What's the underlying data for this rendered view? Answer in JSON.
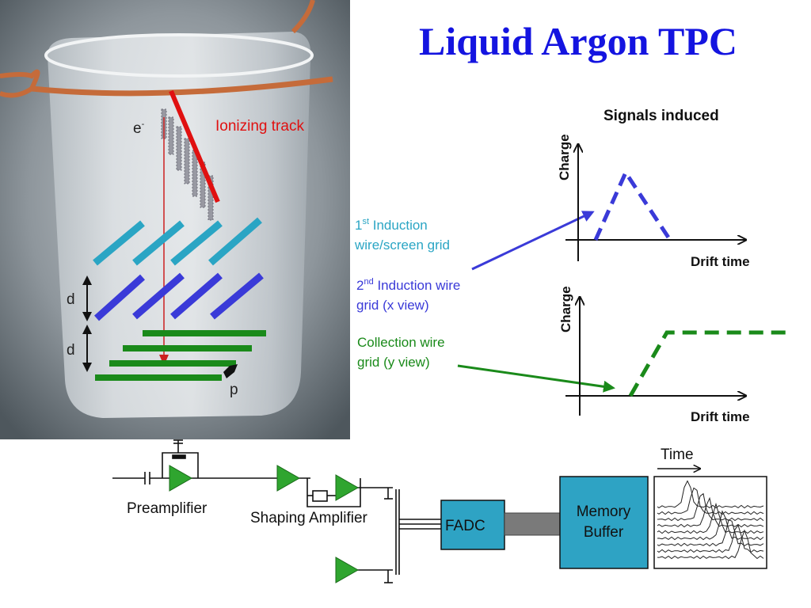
{
  "title": "Liquid Argon TPC",
  "colors": {
    "title": "#1414e0",
    "track": "#e01010",
    "induction1": "#2aa5c4",
    "induction2": "#3a3ad8",
    "collection": "#1a8a1a",
    "box_fill": "#2ea3c4"
  },
  "photo": {
    "electron_label": "e",
    "electron_sup": "-",
    "track_label": "Ionizing track",
    "spacing_label_1": "d",
    "spacing_label_2": "d",
    "proton_label": "p"
  },
  "grid_labels": {
    "first_induction": {
      "prefix": "1",
      "sup": "st",
      "line1_rest": " Induction",
      "line2": "wire/screen grid"
    },
    "second_induction": {
      "prefix": "2",
      "sup": "nd",
      "line1_rest": " Induction wire",
      "line2": "grid (x view)"
    },
    "collection": {
      "line1": "Collection wire",
      "line2": "grid (y view)"
    }
  },
  "plots": {
    "title": "Signals induced",
    "top": {
      "ylabel": "Charge",
      "xlabel": "Drift time"
    },
    "bottom": {
      "ylabel": "Charge",
      "xlabel": "Drift time"
    }
  },
  "electronics": {
    "preamplifier": "Preamplifier",
    "shaping_amplifier": "Shaping Amplifier",
    "fadc": "FADC",
    "memory_line1": "Memory",
    "memory_line2": "Buffer",
    "time_label": "Time"
  }
}
